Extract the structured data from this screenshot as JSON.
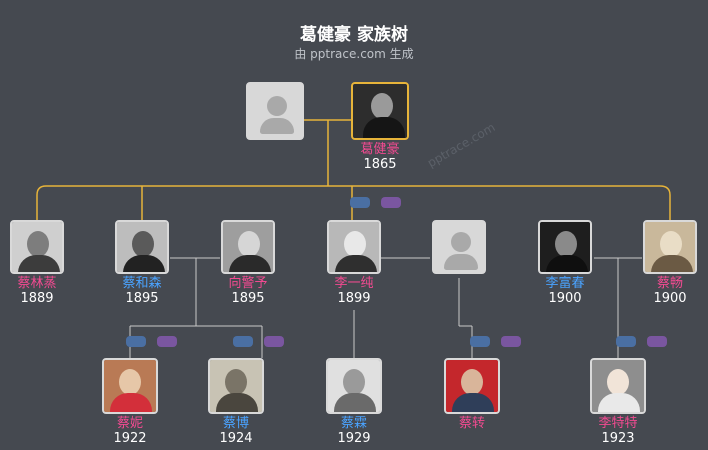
{
  "header": {
    "title": "葛健豪 家族树",
    "subtitle": "由 pptrace.com 生成",
    "watermark": "pptrace.com"
  },
  "colors": {
    "female": "#f24a91",
    "male": "#4aa3ff",
    "root_link": "#e7b43a",
    "link": "#c9c9c9",
    "background": "#454950"
  },
  "people": {
    "root": {
      "name": "葛健豪",
      "year": "1865"
    },
    "root_spouse": {
      "name": "",
      "year": ""
    },
    "c1": {
      "name": "蔡林蒸",
      "year": "1889"
    },
    "c2": {
      "name": "蔡和森",
      "year": "1895"
    },
    "c2s": {
      "name": "向警予",
      "year": "1895"
    },
    "c3s": {
      "name": "李一纯",
      "year": "1899"
    },
    "c4s": {
      "name": "",
      "year": ""
    },
    "c5s": {
      "name": "李富春",
      "year": "1900"
    },
    "c5": {
      "name": "蔡畅",
      "year": "1900"
    },
    "g1": {
      "name": "蔡妮",
      "year": "1922"
    },
    "g2": {
      "name": "蔡博",
      "year": "1924"
    },
    "g3": {
      "name": "蔡霖",
      "year": "1929"
    },
    "g4": {
      "name": "蔡转",
      "year": ""
    },
    "g5": {
      "name": "李特特",
      "year": "1923"
    }
  },
  "icons": {
    "unknown_person": "person-silhouette-icon"
  }
}
